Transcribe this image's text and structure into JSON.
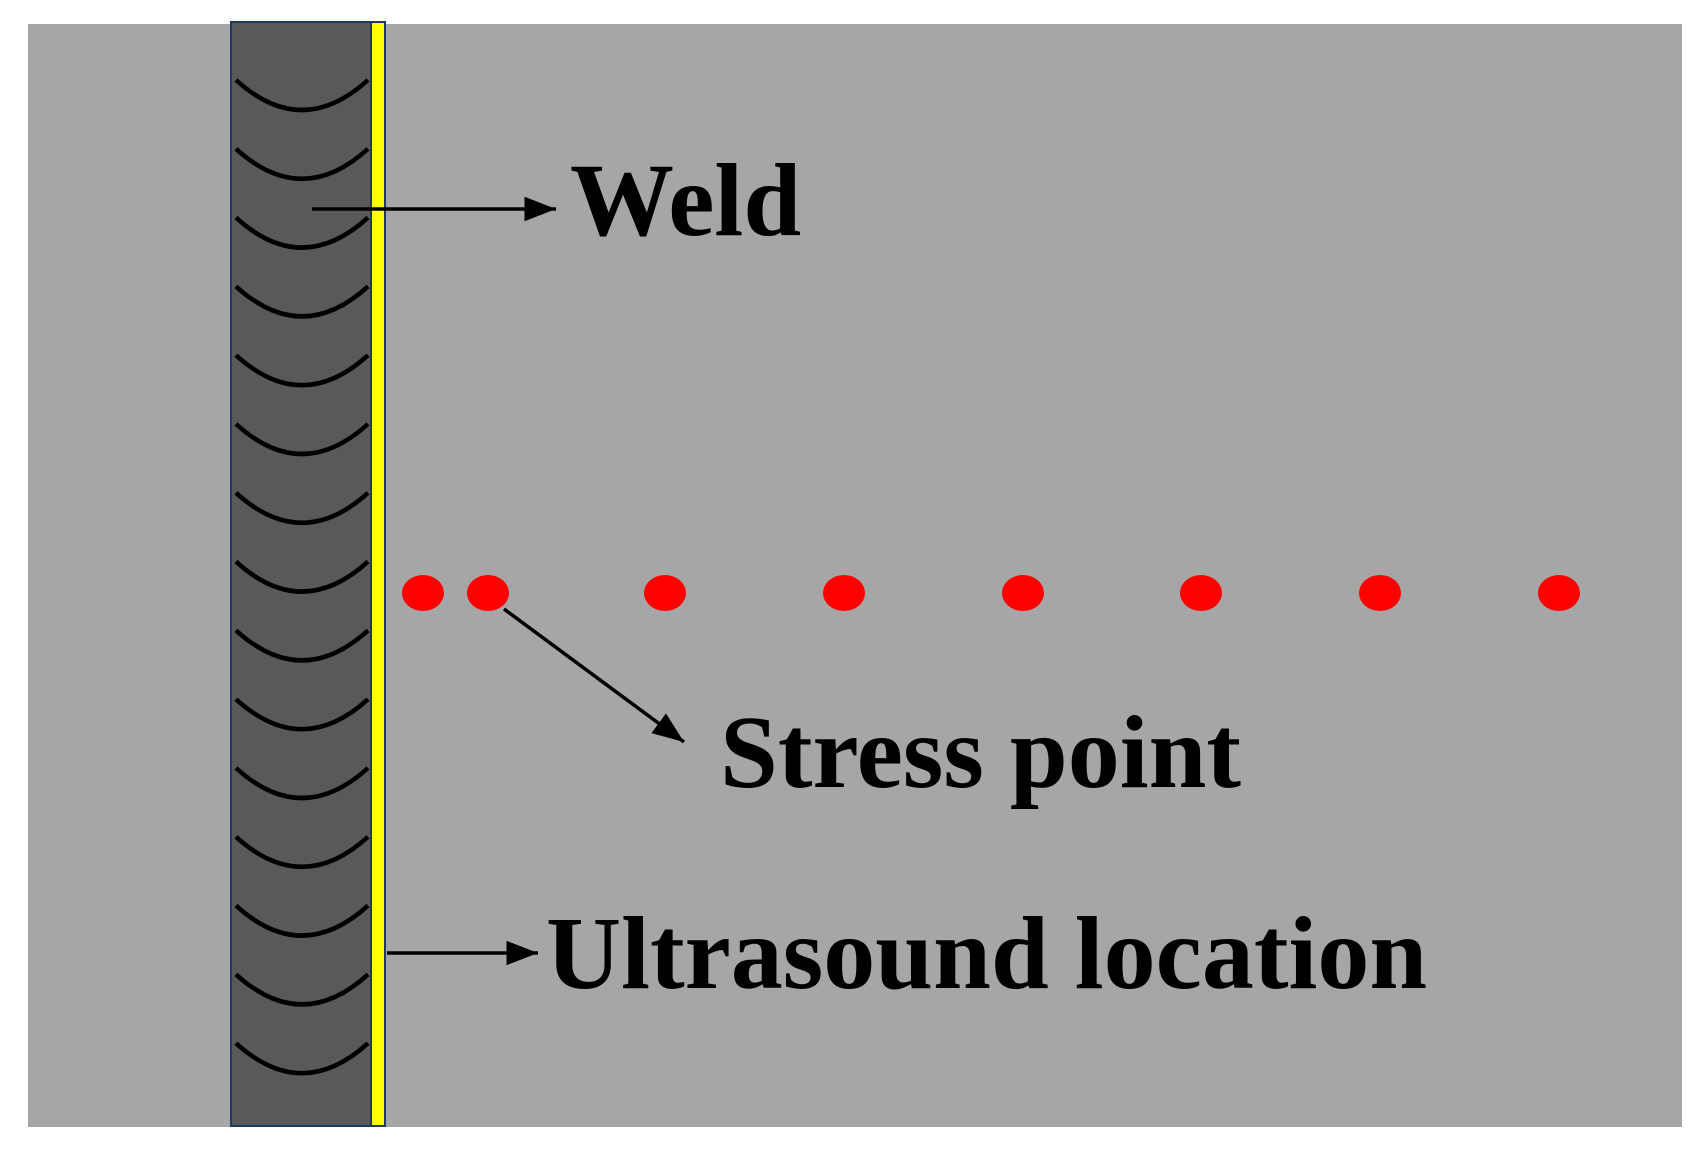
{
  "diagram": {
    "labels": {
      "weld": "Weld",
      "stress_point": "Stress point",
      "ultrasound_location": "Ultrasound location"
    },
    "colors": {
      "plate": "#a6a6a6",
      "weld_fill": "#595959",
      "weld_border": "#1f3864",
      "weld_ripple": "#000000",
      "ultrasound_line": "#ffff00",
      "stress_point": "#ff0000",
      "arrow": "#000000"
    },
    "weld_ripple_count": 15,
    "stress_point_count": 8
  }
}
